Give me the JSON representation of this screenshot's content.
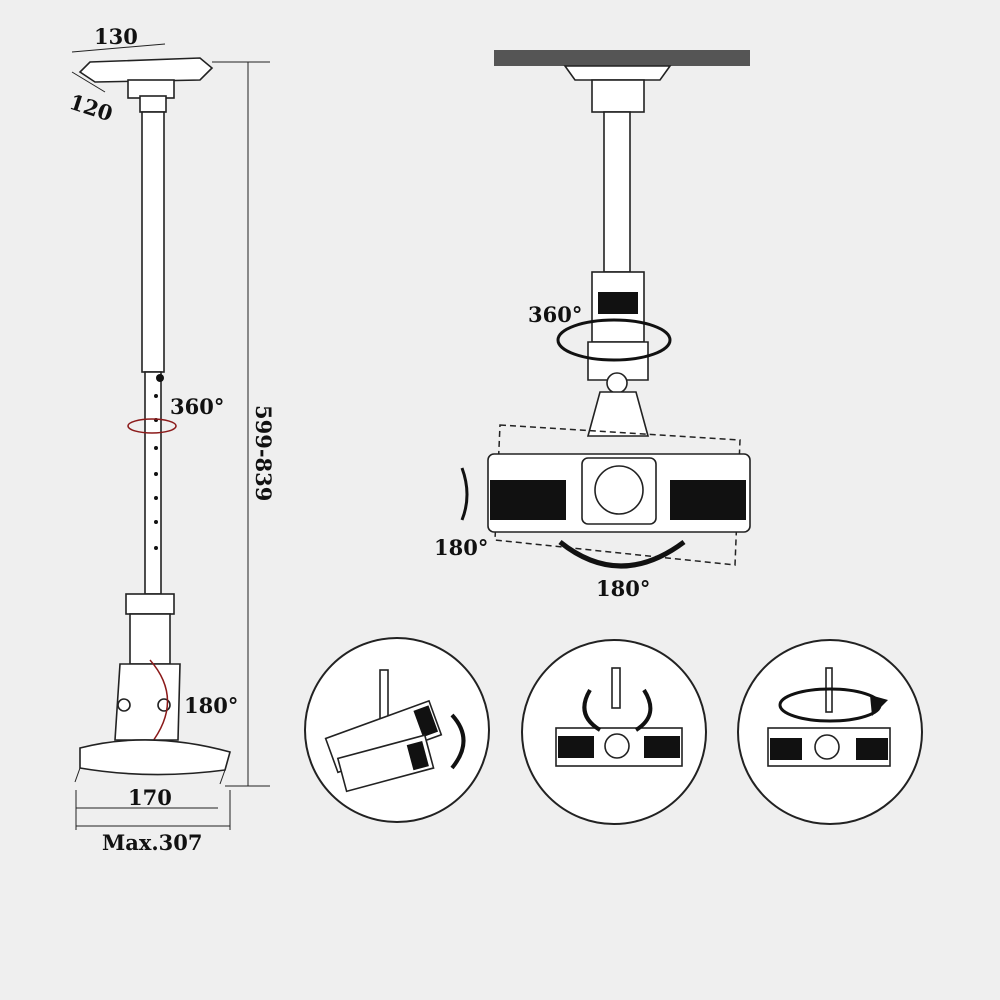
{
  "left_mount": {
    "dim_width": "130",
    "dim_depth": "120",
    "rotation_label": "360°",
    "height_range": "599-839",
    "tilt_label": "180°",
    "base_width": "170",
    "max_width": "Max.307"
  },
  "right_mount": {
    "rotation_label": "360°",
    "tilt_label": "180°",
    "swivel_label": "180°"
  },
  "colors": {
    "background": "#efefef",
    "line": "#222222",
    "rotation_arrow": "#8b1a1a"
  }
}
